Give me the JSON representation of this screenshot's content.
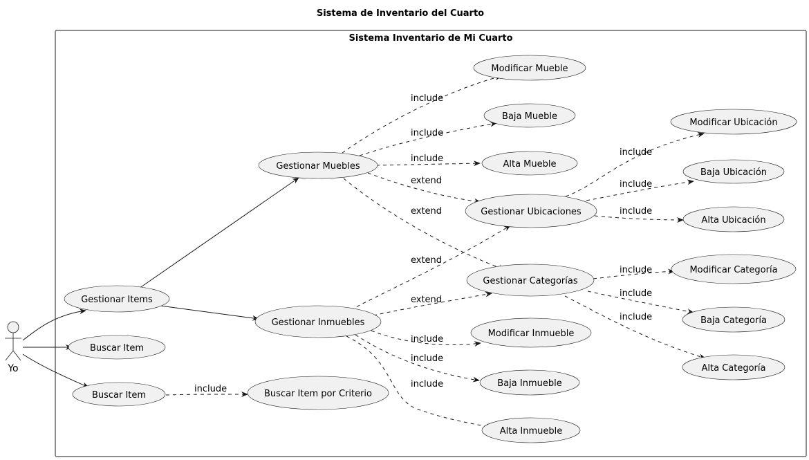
{
  "diagram": {
    "title": "Sistema de Inventario del Cuarto",
    "system_title": "Sistema Inventario de Mi Cuarto",
    "actor": {
      "label": "Yo"
    },
    "use_cases": {
      "modificar_mueble": "Modificar Mueble",
      "baja_mueble": "Baja Mueble",
      "alta_mueble": "Alta Mueble",
      "gestionar_muebles": "Gestionar Muebles",
      "modificar_ubicacion": "Modificar Ubicación",
      "baja_ubicacion": "Baja Ubicación",
      "alta_ubicacion": "Alta Ubicación",
      "gestionar_ubicaciones": "Gestionar Ubicaciones",
      "gestionar_categorias": "Gestionar Categorías",
      "modificar_categoria": "Modificar Categoría",
      "baja_categoria": "Baja Categoría",
      "alta_categoria": "Alta Categoría",
      "gestionar_items": "Gestionar Items",
      "gestionar_inmuebles": "Gestionar Inmuebles",
      "buscar_item_1": "Buscar Item",
      "buscar_item_2": "Buscar Item",
      "buscar_item_criterio": "Buscar Item por Criterio",
      "modificar_inmueble": "Modificar Inmueble",
      "baja_inmueble": "Baja Inmueble",
      "alta_inmueble": "Alta Inmueble"
    },
    "relations": {
      "include": "include",
      "extend": "extend"
    }
  }
}
